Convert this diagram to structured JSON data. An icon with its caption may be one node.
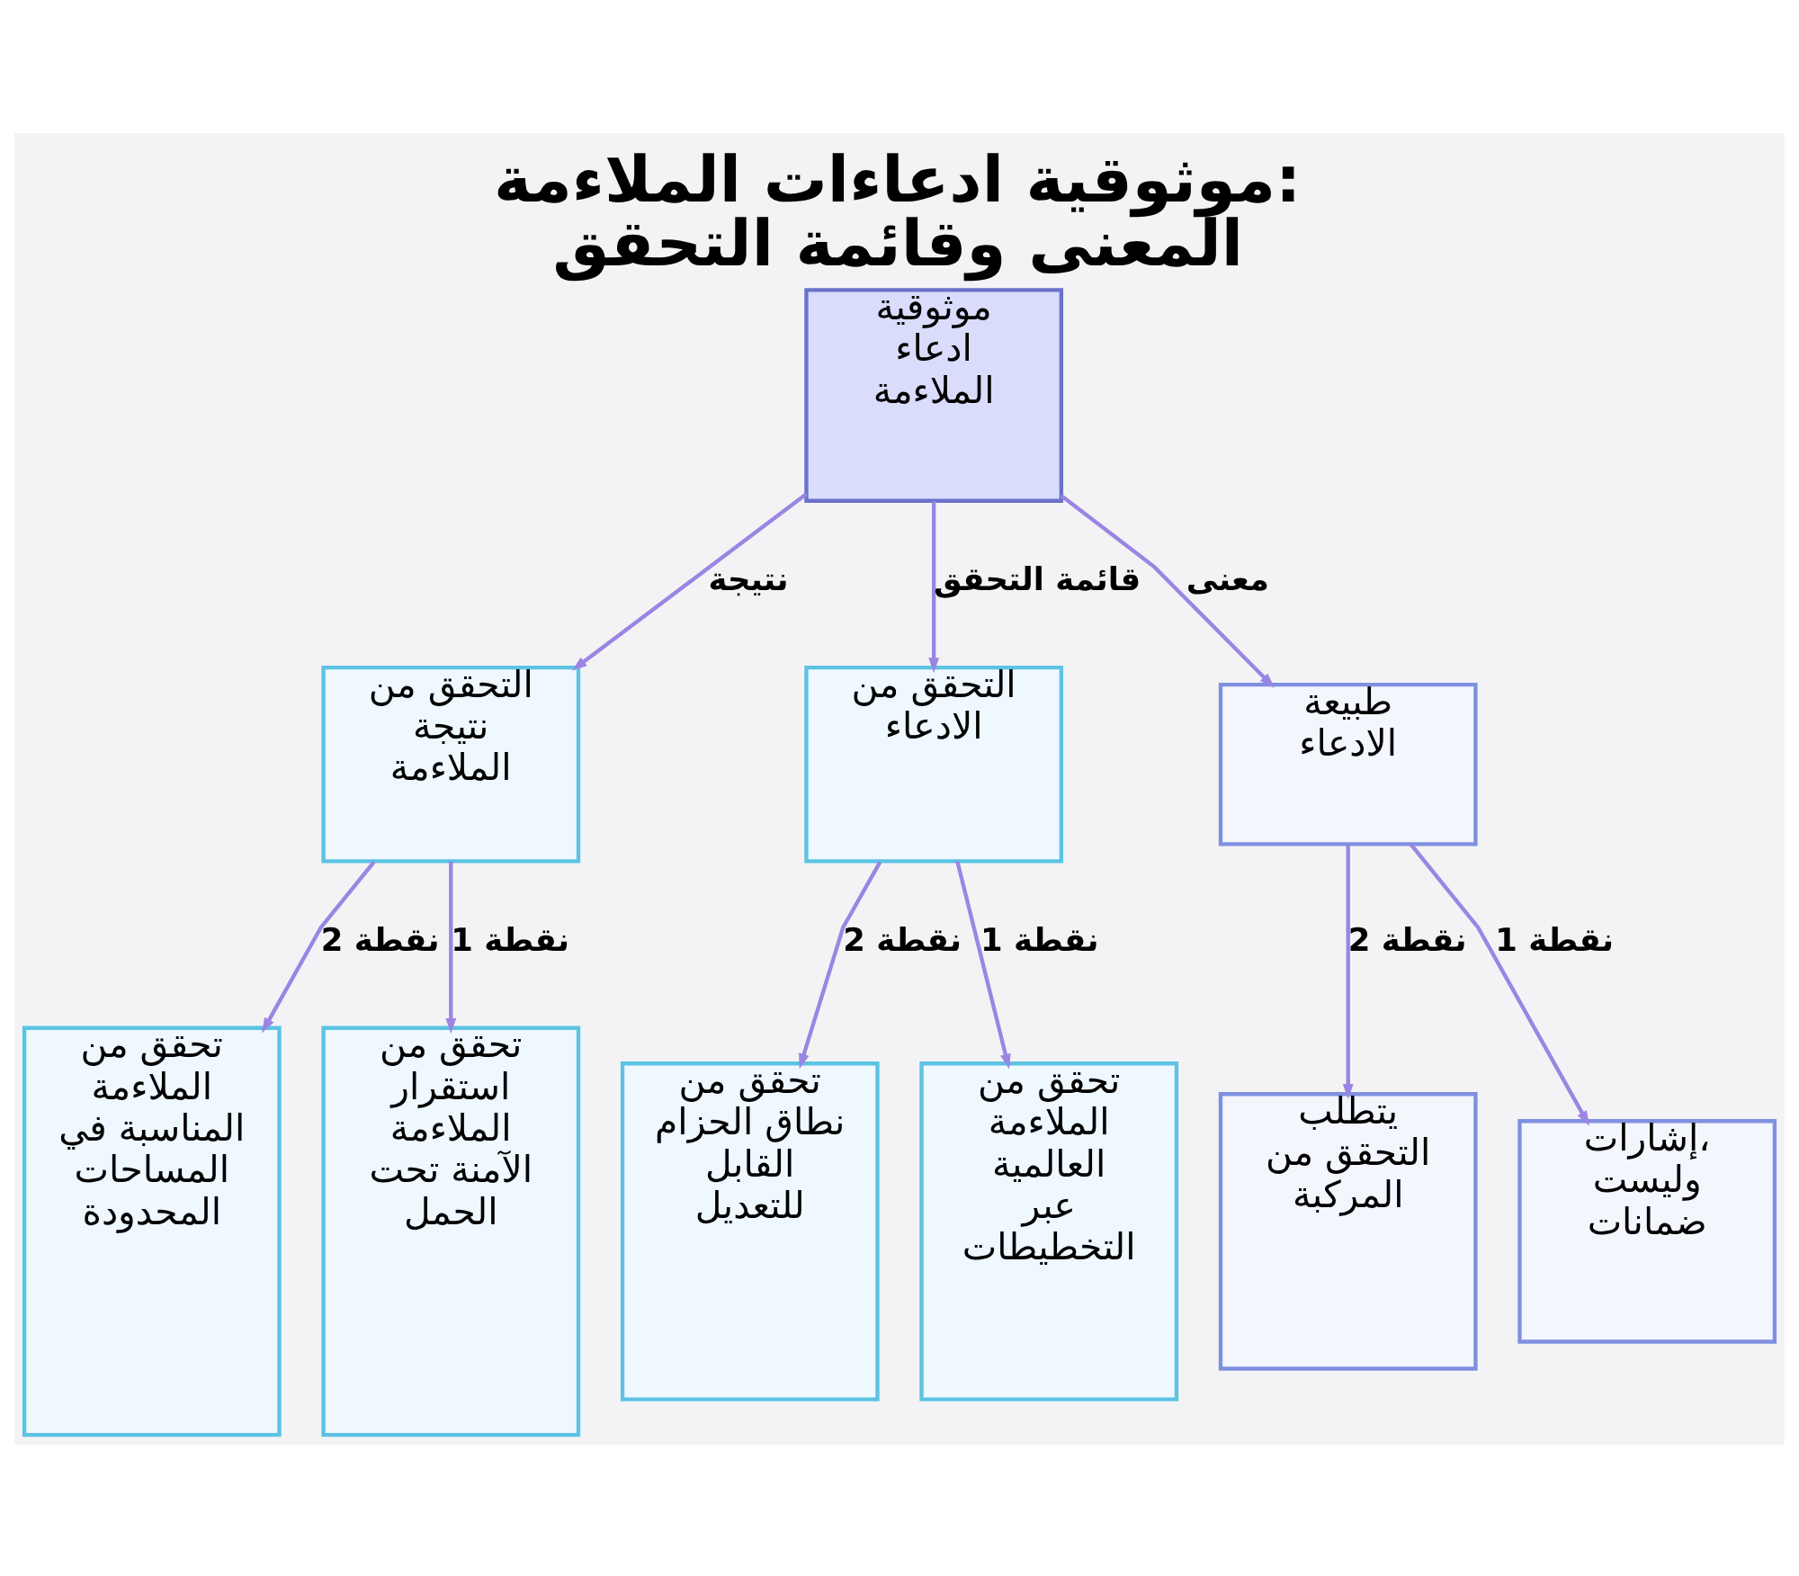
{
  "diagram": {
    "title": "موثوقية ادعاءات الملاءمة: المعنى وقائمة التحقق",
    "nodes": [
      {
        "text": [
          "موثوقية ادعاء الملاءمة"
        ]
      },
      {
        "text": [
          "طبيعة الادعاء"
        ]
      },
      {
        "text": [
          "التحقق من الادعاء"
        ]
      },
      {
        "text": [
          "التحقق من نتيجة الملاءمة"
        ]
      },
      {
        "text": [
          "إشارات، وليست ضمانات"
        ]
      },
      {
        "text": [
          "يتطلب التحقق من المركبة"
        ]
      },
      {
        "text": [
          "تحقق من الملاءمة العالمية عبر التخطيطات"
        ]
      },
      {
        "text": [
          "تحقق من نطاق الحزام القابل للتعديل"
        ]
      },
      {
        "text": [
          "تحقق من استقرار الملاءمة الآمنة تحت الحمل"
        ]
      },
      {
        "text": [
          "تحقق من الملاءمة المناسبة في المساحات المحدودة"
        ]
      }
    ],
    "edges": [
      {
        "from": 0,
        "to": 1,
        "label": "معنى",
        "arrow": "to"
      },
      {
        "from": 0,
        "to": 2,
        "label": "قائمة التحقق",
        "arrow": "to"
      },
      {
        "from": 0,
        "to": 3,
        "label": "نتيجة",
        "arrow": "to"
      },
      {
        "from": 1,
        "to": 4,
        "label": "نقطة 1",
        "arrow": "to"
      },
      {
        "from": 1,
        "to": 5,
        "label": "نقطة 2",
        "arrow": "to"
      },
      {
        "from": 2,
        "to": 6,
        "label": "نقطة 1",
        "arrow": "to"
      },
      {
        "from": 2,
        "to": 7,
        "label": "نقطة 2",
        "arrow": "to"
      },
      {
        "from": 3,
        "to": 8,
        "label": "نقطة 1",
        "arrow": "to"
      },
      {
        "from": 3,
        "to": 9,
        "label": "نقطة 2",
        "arrow": "to"
      }
    ]
  }
}
